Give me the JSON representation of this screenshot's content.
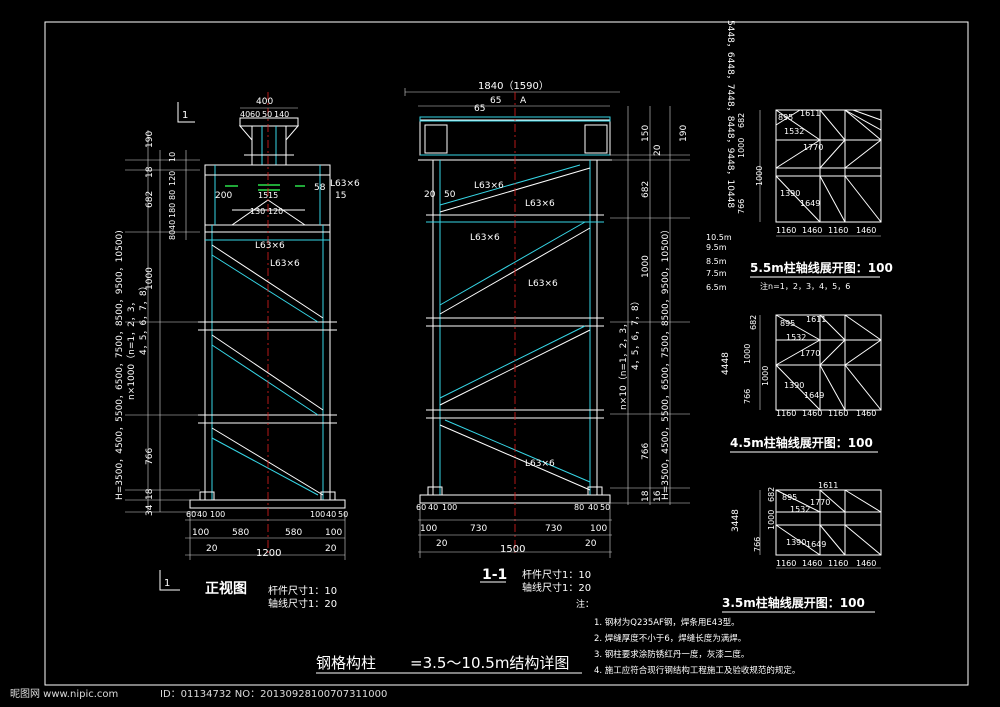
{
  "front_view": {
    "section_marker": "1",
    "title": "正视图",
    "scale_member_label": "杆件尺寸1：10",
    "scale_axis_label": "轴线尺寸1：20",
    "dims_top": [
      "400",
      "40",
      "60",
      "50",
      "140"
    ],
    "dims_left_vertical": [
      "190",
      "18",
      "682",
      "1000",
      "766",
      "18",
      "34"
    ],
    "dims_left_small": [
      "10",
      "120",
      "80",
      "180",
      "40",
      "80"
    ],
    "h_formula": "H=3500，4500，5500，6500，7500，8500，9500，10500)",
    "n_formula": "n×1000（n=1，2，3，",
    "n_formula2": "4，5，6，7，8）",
    "dims_bottom_row1": [
      "60",
      "40",
      "100",
      "100",
      "40",
      "50"
    ],
    "dims_bottom_row2": [
      "100",
      "580",
      "580",
      "100"
    ],
    "dims_bottom_row3": [
      "20",
      "20"
    ],
    "total_width": "1200",
    "labels_members": [
      "L63×6",
      "L63×6",
      "L63×6"
    ],
    "detail_dims": [
      "200",
      "15",
      "15",
      "130",
      "120",
      "58",
      "15"
    ]
  },
  "section_view": {
    "title": "1-1",
    "scale_member_label": "杆件尺寸1：10",
    "scale_axis_label": "轴线尺寸1：20",
    "dims_top": [
      "1840（1590）",
      "65",
      "65",
      "A"
    ],
    "dims_right": [
      "150",
      "190",
      "20",
      "682",
      "1000",
      "766",
      "18",
      "16"
    ],
    "labels_members": [
      "L63×6",
      "L63×6",
      "L63×6",
      "L63×6",
      "L63×6"
    ],
    "detail_dims": [
      "20",
      "50"
    ],
    "h_formula": "H=3500，4500，5500，6500，7500，8500，9500，10500）",
    "n_formula": "n×10（n=1，2，3，",
    "n_formula2": "4，5，6，7，8）",
    "dims_bottom_row1": [
      "60",
      "40",
      "100",
      "80",
      "40",
      "50"
    ],
    "dims_bottom_row2": [
      "100",
      "730",
      "730",
      "100"
    ],
    "dims_bottom_row3": [
      "20",
      "20"
    ],
    "total_width": "1500"
  },
  "notes": {
    "heading": "注：",
    "items": [
      "1. 钢材为Q235AF钢，焊条用E43型。",
      "2. 焊缝厚度不小于6，焊缝长度为满焊。",
      "3. 钢柱要求涂防锈红丹一度，灰漆二度。",
      "4. 施工应符合现行钢结构工程施工及验收规范的规定。"
    ]
  },
  "expansion_5_5": {
    "title": "5.5m柱轴线展开图：100",
    "note": "注n=1，2，3，4，5，6",
    "heights_vertical": "5448，6448，7448，8448，9448，10448",
    "levels": [
      "10.5m",
      "9.5m",
      "8.5m",
      "7.5m",
      "6.5m"
    ],
    "dims_left": [
      "682",
      "1000",
      "1000",
      "766"
    ],
    "diag_labels": [
      "895",
      "1611",
      "1532",
      "1770",
      "1390",
      "1649"
    ],
    "bottom_dims": [
      "1160",
      "1460",
      "1160",
      "1460"
    ]
  },
  "expansion_4_5": {
    "title": "4.5m柱轴线展开图：100",
    "side_dim": "4448",
    "dims_left": [
      "682",
      "1000",
      "1000",
      "766"
    ],
    "diag_labels": [
      "895",
      "1611",
      "1532",
      "1770",
      "1390",
      "1649"
    ],
    "bottom_dims": [
      "1160",
      "1460",
      "1160",
      "1460"
    ]
  },
  "expansion_3_5": {
    "title": "3.5m柱轴线展开图：100",
    "side_dim": "3448",
    "dims_left": [
      "682",
      "1000",
      "766"
    ],
    "diag_labels": [
      "895",
      "1611",
      "1532",
      "1770",
      "1390",
      "1649"
    ],
    "bottom_dims": [
      "1160",
      "1460",
      "1160",
      "1460"
    ]
  },
  "main_title": {
    "prefix": "钢格构柱",
    "suffix": "=3.5～10.5m结构详图"
  },
  "watermark": "昵图网 www.nipic.com",
  "watermark_id": "ID：01134732 NO：20130928100707311000",
  "colors": {
    "background": "#000000",
    "lines": "#ffffff",
    "cyan": "#36d6e6",
    "red": "#e02020",
    "green": "#2be04a"
  }
}
